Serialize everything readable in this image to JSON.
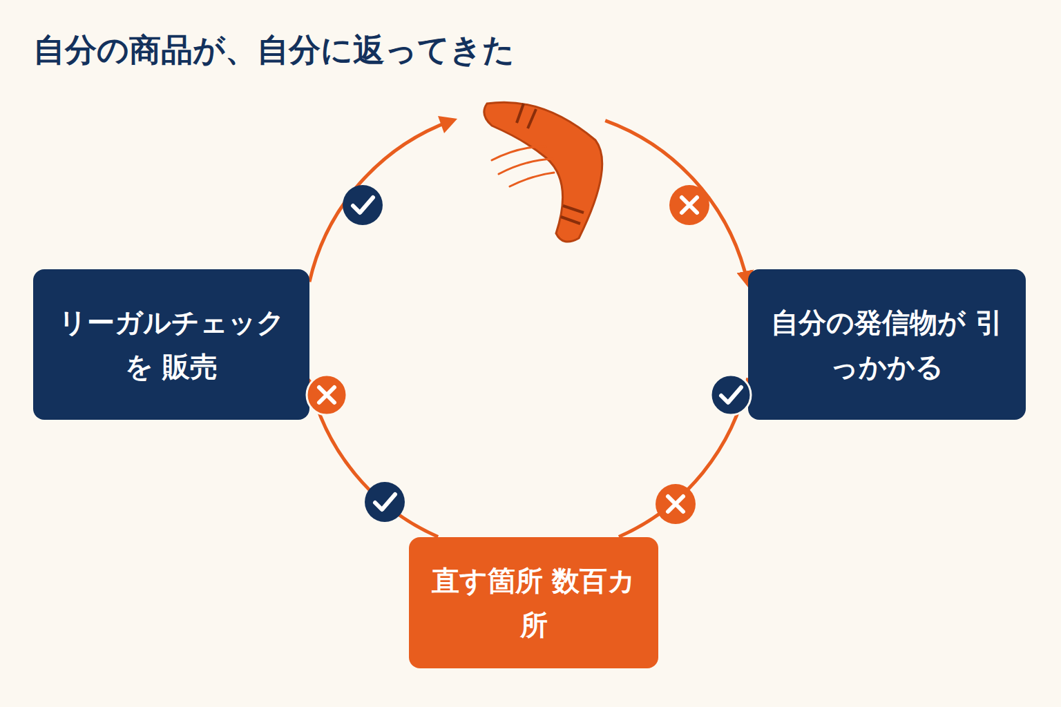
{
  "diagram": {
    "title": "自分の商品が、自分に返ってきた",
    "nodes": [
      {
        "text": [
          "リーガルチェックを 販売"
        ]
      },
      {
        "text": [
          "自分の発信物が 引っかかる"
        ]
      },
      {
        "text": [
          "直す箇所 数百カ所"
        ]
      }
    ],
    "edges": [
      {
        "from": 0,
        "to": 1,
        "arrow": "to"
      },
      {
        "from": 1,
        "to": 2,
        "arrow": "none"
      },
      {
        "from": 2,
        "to": 0,
        "arrow": "to"
      }
    ]
  }
}
